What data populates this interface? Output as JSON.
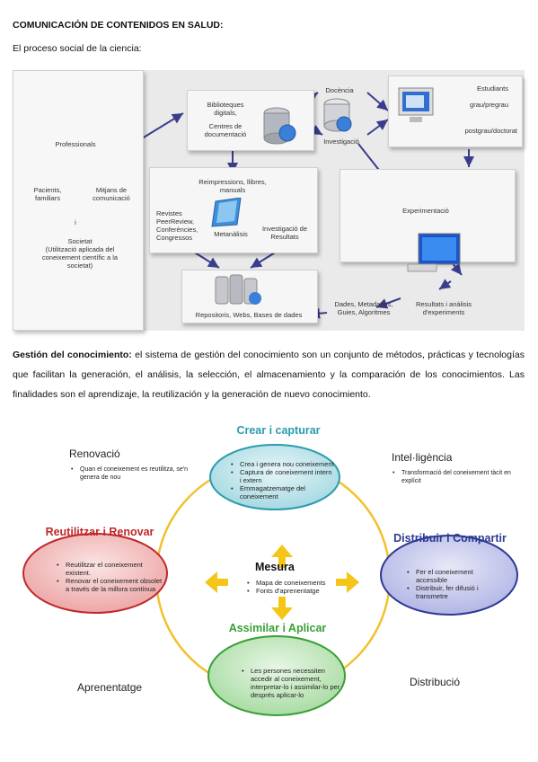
{
  "title": "COMUNICACIÓN DE CONTENIDOS EN SALUD:",
  "subtitle": "El proceso social de la ciencia:",
  "diagram1": {
    "professionals": "Professionals",
    "pacients": "Pacients,\nfamiliars",
    "mitjans": "Mitjans de\ncomunicació",
    "i": "i",
    "societat": "Societat\n(Utilització aplicada del\nconeixement científic a la\nsocietat)",
    "biblioteques": "Biblioteques\ndigitals,",
    "centres": "Centres de\ndocumentació",
    "docencia": "Docència",
    "investigacio": "Investigació",
    "estudiants": "Estudiants",
    "grau": "grau/pregrau",
    "postgrau": "postgrau/doctorat",
    "reimpressions": "Reimpressions, llibres,\nmanuals",
    "revistes": "Revistes\nPeerReview,\nConferències,\nCongressos",
    "investigacio_resultats": "Investigació de\nResultats",
    "metanalisis": "Metanàlisis",
    "repositoris": "Repositoris, Webs, Bases de dades",
    "experimentacio": "Experimentació",
    "dades": "Dades, Metadades,\nGuies, Algoritmes",
    "resultats": "Resultats i anàlisis\nd'experiments"
  },
  "paragraph": {
    "bold": "Gestión del conocimiento:",
    "text": " el sistema de gestión del conocimiento son un conjunto de métodos, prácticas y tecnologías que facilitan la generación, el análisis, la selección, el almacenamiento y la comparación de los conocimientos. Las finalidades son el aprendizaje, la reutilización y la generación de nuevo conocimiento."
  },
  "diagram2": {
    "crear_title": "Crear i capturar",
    "crear_items": [
      "Crea i genera nou coneixement",
      "Captura de coneixement intern i extern",
      "Emmagatzematge del coneixement"
    ],
    "reutilitzar_title": "Reutilitzar i Renovar",
    "reutilitzar_items": [
      "Reutilitzar el coneixement existent.",
      "Renovar el coneixement obsolet a través de la millora contínua"
    ],
    "distribuir_title": "Distribuir i Compartir",
    "distribuir_items": [
      "Fer el coneixement accessible",
      "Distribuir, fer difusió i transmetre"
    ],
    "assimilar_title": "Assimilar i Aplicar",
    "assimilar_items": [
      "Les persones necessiten accedir al coneixement, interpretar-lo i assimilar-lo per després aplicar-lo"
    ],
    "mesura_title": "Mesura",
    "mesura_items": [
      "Mapa de coneixements",
      "Fonts d'aprenentatge"
    ],
    "renovacio": "Renovació",
    "renovacio_note": "Quan el coneixement es reutilitza, se'n genera de nou",
    "intelligencia": "Intel·ligència",
    "intelligencia_note": "Transformació del coneixement tàcit en explícit",
    "aprenentatge": "Aprenentatge",
    "distribucio": "Distribució",
    "colors": {
      "crear": "#2a9cae",
      "reutilitzar": "#c0282a",
      "distribuir": "#2d3a92",
      "assimilar": "#39a035",
      "ring": "#f2c12e",
      "arrow": "#f5c518"
    }
  }
}
